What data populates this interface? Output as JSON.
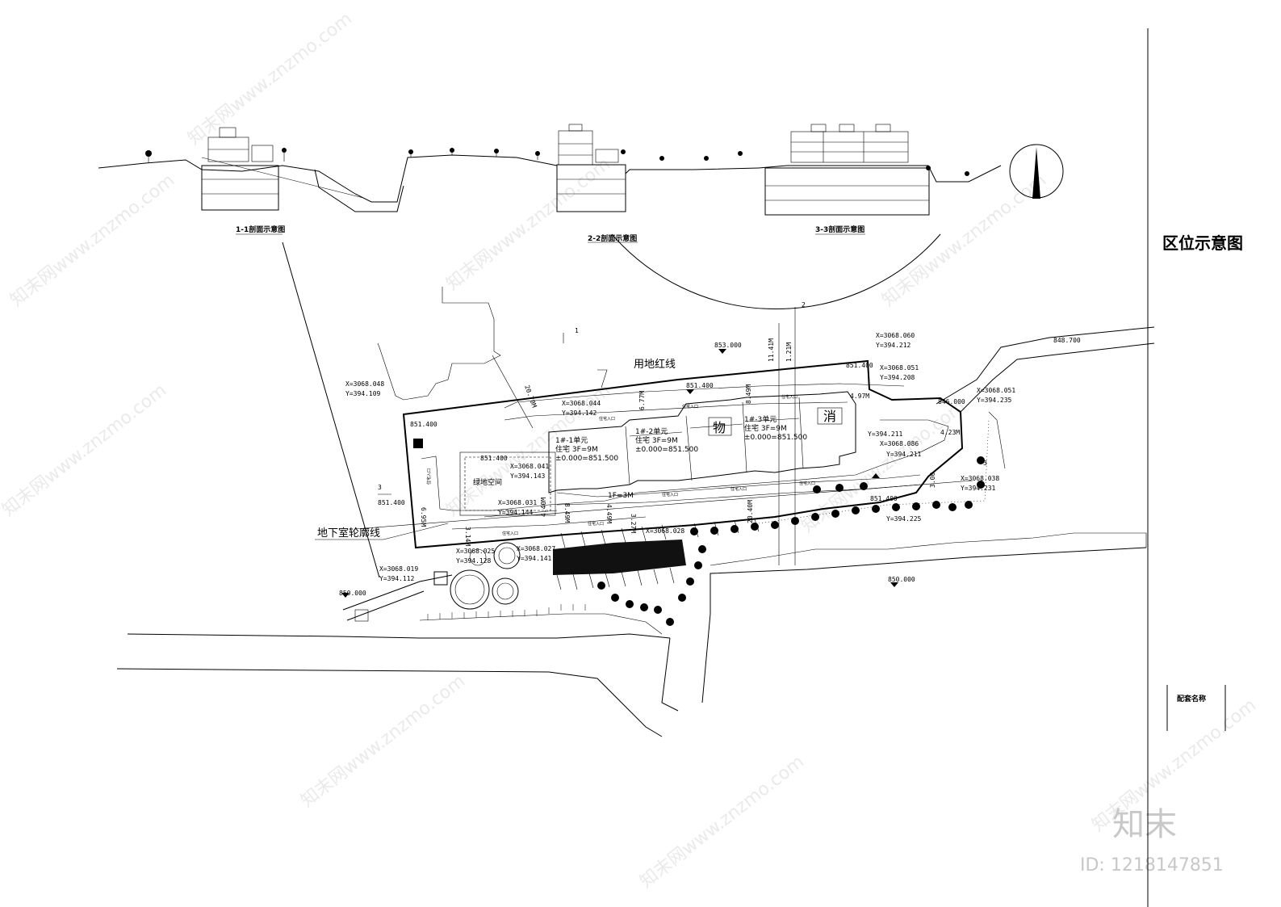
{
  "title_block": {
    "drawing_title": "区位示意图",
    "field_label": "配套名称"
  },
  "sections": {
    "s1_label": "1-1剖面示意图",
    "s2_label": "2-2剖面示意图",
    "s3_label": "3-3剖面示意图",
    "cut_1": "1",
    "cut_2": "2",
    "cut_3": "3"
  },
  "callouts": {
    "red_line": "用地红线",
    "basement_outline": "地下室轮廓线"
  },
  "elevations": {
    "e853": "853.000",
    "e8514_a": "851.400",
    "e8514_b": "851.400",
    "e8514_c": "851.400",
    "e8514_d": "851.400",
    "e8514_e": "851.400",
    "e8487": "848.700",
    "e846": "846.000",
    "e850_a": "850.000",
    "e850_b": "850.000"
  },
  "coords": {
    "c1x": "X=3068.048",
    "c1y": "Y=394.109",
    "c2x": "X=3068.044",
    "c2y": "Y=394.142",
    "c3x": "X=3068.060",
    "c3y": "Y=394.212",
    "c4x": "X=3068.051",
    "c4y": "Y=394.208",
    "c5x": "X=3068.051",
    "c5y": "Y=394.235",
    "c6x": "X=3068.041",
    "c6y": "Y=394.143",
    "c7x": "X=3068.031",
    "c7y": "Y=394.144",
    "c8x": "X=3068.019",
    "c8y": "Y=394.112",
    "c9x": "X=3068.025",
    "c9y": "Y=394.128",
    "c10x": "X=3068.027",
    "c10y": "Y=394.141",
    "c11x": "X=3068.038",
    "c11y": "Y=394.231",
    "c12y": "Y=394.225",
    "c13y": "Y=394.211",
    "c14x": "X=3068.086",
    "c15x": "X=3068.028"
  },
  "units": {
    "u1_name": "1#-1单元",
    "u1_use": "住宅 3F=9M",
    "u1_level": "±0.000=851.500",
    "u2_name": "1#-2单元",
    "u2_use": "住宅 3F=9M",
    "u2_level": "±0.000=851.500",
    "u3_name": "1#-3单元",
    "u3_use": "住宅 3F=9M",
    "u3_level": "±0.000=851.500",
    "onef": "1F=3M"
  },
  "labels": {
    "entrance": "住宅入口",
    "green_space": "绿地空间",
    "wu": "物",
    "xiao": "消"
  },
  "dims": {
    "d1": "20.70M",
    "d2": "11.41M",
    "d3": "1.21M",
    "d4": "6.95M",
    "d5": "3.14M",
    "d6": "4.40M",
    "d7": "4.49M",
    "d8": "3.27M",
    "d9": "8.49M",
    "d10": "6.77M",
    "d11": "4.97M",
    "d12": "4.23M",
    "d13": "20.40M",
    "d14": "3.00"
  },
  "watermark": {
    "site": "知末网www.znzmo.com",
    "logo": "知末",
    "id": "ID: 1218147851"
  }
}
